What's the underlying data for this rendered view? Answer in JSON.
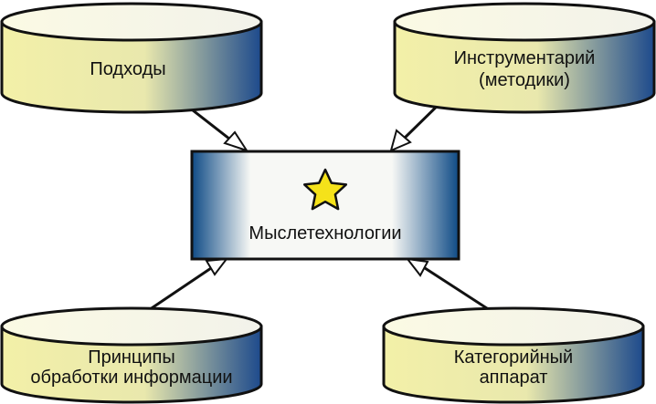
{
  "colors": {
    "cylinder_light": "#f3f0a8",
    "cylinder_dark": "#1d4a8c",
    "center_dark": "#0f4b86",
    "center_light": "#f7f8f5",
    "star_fill": "#f5e21a",
    "outline": "#111111"
  },
  "center": {
    "label": "Мыслетехнологии",
    "icon": "star-icon"
  },
  "nodes": {
    "approaches": {
      "label": "Подходы"
    },
    "toolkit": {
      "line1": "Инструментарий",
      "line2": "(методики)"
    },
    "principles": {
      "line1": "Принципы",
      "line2": "обработки информации"
    },
    "categories": {
      "line1": "Категорийный",
      "line2": "аппарат"
    }
  }
}
